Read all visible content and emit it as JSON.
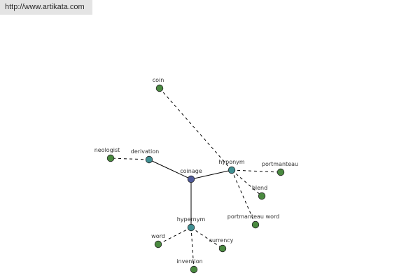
{
  "header": {
    "url_text": "http://www.artikata.com"
  },
  "colors": {
    "center_node": "#4f5a9a",
    "relation_node": "#3f8f92",
    "term_node": "#4a8a40",
    "edge": "#000000"
  },
  "graph": {
    "center": {
      "id": "coinage",
      "label": "coinage"
    },
    "relations": [
      {
        "id": "derivation",
        "label": "derivation",
        "terms": [
          "neologist"
        ]
      },
      {
        "id": "hyponym",
        "label": "hyponym",
        "terms": [
          "coin",
          "portmanteau",
          "blend",
          "portmanteau word"
        ]
      },
      {
        "id": "hypernym",
        "label": "hypernym",
        "terms": [
          "word",
          "currency",
          "invention"
        ]
      }
    ]
  }
}
